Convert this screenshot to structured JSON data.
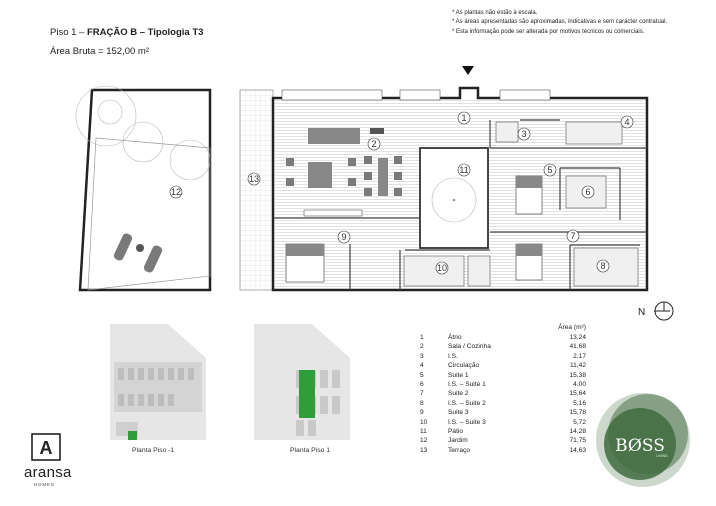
{
  "header": {
    "title_prefix": "Piso 1 – ",
    "title_bold": "FRAÇÃO B – Tipologia T3",
    "area": "Área Bruta = 152,00 m²"
  },
  "notes": [
    "* As plantas não estão à escala.",
    "* As áreas apresentadas são aproximadas, indicativas e sem carácter contratual.",
    "* Esta informação pode ser alterada por motivos técnicos ou comerciais."
  ],
  "plan_labels": [
    "1",
    "2",
    "3",
    "4",
    "5",
    "6",
    "7",
    "8",
    "9",
    "10",
    "11",
    "12",
    "13"
  ],
  "compass": {
    "label": "N"
  },
  "legend": {
    "header": "Área (m²)",
    "rows": [
      {
        "n": "1",
        "room": "Átrio",
        "area": "13,24"
      },
      {
        "n": "2",
        "room": "Sala / Cozinha",
        "area": "41,68"
      },
      {
        "n": "3",
        "room": "I.S.",
        "area": "2,17"
      },
      {
        "n": "4",
        "room": "Circulação",
        "area": "11,42"
      },
      {
        "n": "5",
        "room": "Suite 1",
        "area": "15,38"
      },
      {
        "n": "6",
        "room": "I.S. – Suite 1",
        "area": "4,00"
      },
      {
        "n": "7",
        "room": "Suite 2",
        "area": "15,64"
      },
      {
        "n": "8",
        "room": "I.S. – Suite 2",
        "area": "5,16"
      },
      {
        "n": "9",
        "room": "Suite 3",
        "area": "15,78"
      },
      {
        "n": "10",
        "room": "I.S. – Suite 3",
        "area": "5,72"
      },
      {
        "n": "11",
        "room": "Pátio",
        "area": "14,28"
      },
      {
        "n": "12",
        "room": "Jardim",
        "area": "71,75"
      },
      {
        "n": "13",
        "room": "Terraço",
        "area": "14,63"
      }
    ]
  },
  "thumbnails": {
    "floor_minus1": "Planta Piso -1",
    "floor_1": "Planta Piso 1"
  },
  "brand": {
    "name": "aransa",
    "sub": "HOMES",
    "logo_letter": "A"
  },
  "project_logo": {
    "text": "BØSS",
    "sub": "LIVING"
  },
  "colors": {
    "highlight_green": "#2e9e3a",
    "logo_green": "#3f6b3f"
  }
}
